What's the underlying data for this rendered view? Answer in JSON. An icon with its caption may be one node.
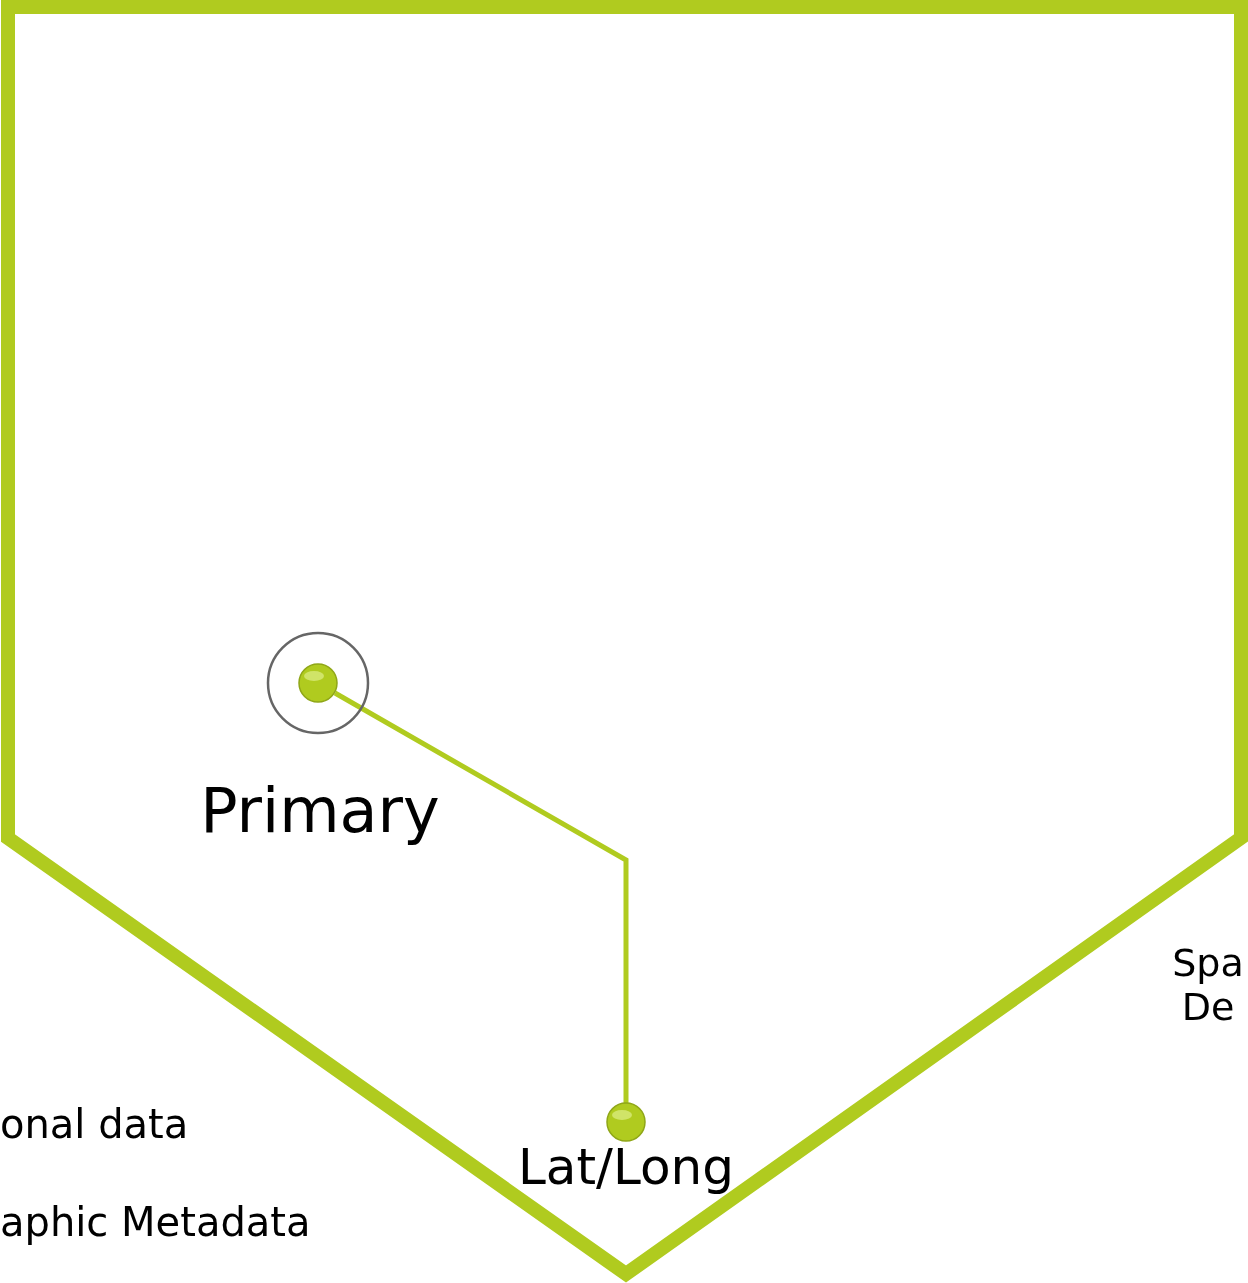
{
  "diagram": {
    "nodes": [
      {
        "text": [],
        "shape": "pentagon"
      },
      {
        "text": [
          "Primary"
        ],
        "in": 0
      },
      {
        "text": [
          "Lat/Long"
        ],
        "in": 0
      }
    ],
    "edges": [
      {
        "from": 1,
        "to": 2,
        "arrow": "none"
      }
    ],
    "labels": [
      "Spa De",
      "onal data",
      "aphic Metadata"
    ]
  }
}
